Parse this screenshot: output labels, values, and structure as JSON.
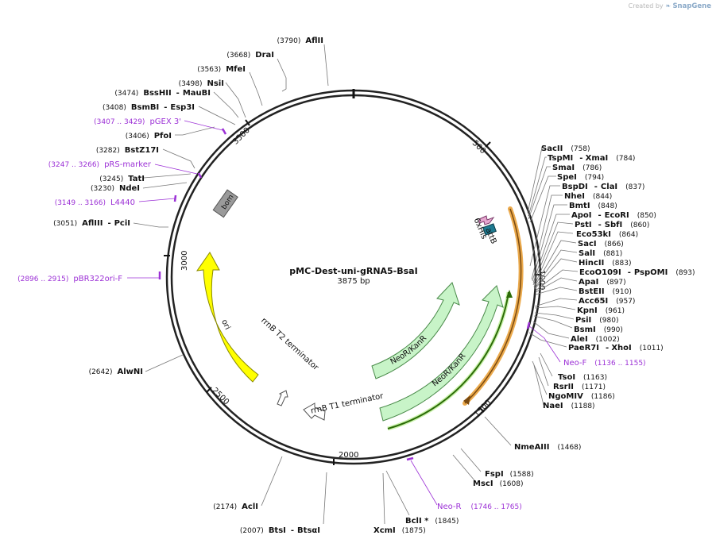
{
  "watermark": {
    "prefix": "Created by",
    "brand": "SnapGene"
  },
  "plasmid": {
    "name": "pMC-Dest-uni-gRNA5-BsaI",
    "size": "3875 bp"
  },
  "ticks": [
    "500",
    "1000",
    "1500",
    "2000",
    "2500",
    "3000",
    "3500"
  ],
  "sites": [
    {
      "name": "AflII",
      "pos": "(3790)"
    },
    {
      "name": "DraI",
      "pos": "(3668)"
    },
    {
      "name": "MfeI",
      "pos": "(3563)"
    },
    {
      "name": "NsiI",
      "pos": "(3498)"
    },
    {
      "name": "BssHII",
      "name2": "MauBI",
      "pos": "(3474)"
    },
    {
      "name": "BsmBI",
      "name2": "Esp3I",
      "pos": "(3408)"
    },
    {
      "name": "PfoI",
      "pos": "(3406)"
    },
    {
      "name": "BstZ17I",
      "pos": "(3282)"
    },
    {
      "name": "TatI",
      "pos": "(3245)"
    },
    {
      "name": "NdeI",
      "pos": "(3230)"
    },
    {
      "name": "AflIII",
      "name2": "PciI",
      "pos": "(3051)"
    },
    {
      "name": "AlwNI",
      "pos": "(2642)"
    },
    {
      "name": "AclI",
      "pos": "(2174)"
    },
    {
      "name": "BtsI",
      "name2": "BtsαI",
      "pos": "(2007)"
    },
    {
      "name": "XcmI",
      "pos": "(1875)"
    },
    {
      "name": "BclI *",
      "pos": "(1845)"
    },
    {
      "name": "MscI",
      "pos": "(1608)"
    },
    {
      "name": "FspI",
      "pos": "(1588)"
    },
    {
      "name": "NmeAIII",
      "pos": "(1468)"
    },
    {
      "name": "NaeI",
      "pos": "(1188)"
    },
    {
      "name": "NgoMIV",
      "pos": "(1186)"
    },
    {
      "name": "RsrII",
      "pos": "(1171)"
    },
    {
      "name": "TsoI",
      "pos": "(1163)"
    },
    {
      "name": "PaeR7I",
      "name2": "XhoI",
      "pos": "(1011)"
    },
    {
      "name": "AleI",
      "pos": "(1002)"
    },
    {
      "name": "BsmI",
      "pos": "(990)"
    },
    {
      "name": "PsiI",
      "pos": "(980)"
    },
    {
      "name": "KpnI",
      "pos": "(961)"
    },
    {
      "name": "Acc65I",
      "pos": "(957)"
    },
    {
      "name": "BstEII",
      "pos": "(910)"
    },
    {
      "name": "ApaI",
      "pos": "(897)"
    },
    {
      "name": "EcoO109I",
      "name2": "PspOMI",
      "pos": "(893)"
    },
    {
      "name": "HincII",
      "pos": "(883)"
    },
    {
      "name": "SalI",
      "pos": "(881)"
    },
    {
      "name": "SacI",
      "pos": "(866)"
    },
    {
      "name": "Eco53kI",
      "pos": "(864)"
    },
    {
      "name": "PstI",
      "name2": "SbfI",
      "pos": "(860)"
    },
    {
      "name": "ApoI",
      "name2": "EcoRI",
      "pos": "(850)"
    },
    {
      "name": "BmtI",
      "pos": "(848)"
    },
    {
      "name": "NheI",
      "pos": "(844)"
    },
    {
      "name": "BspDI",
      "name2": "ClaI",
      "pos": "(837)"
    },
    {
      "name": "SpeI",
      "pos": "(794)"
    },
    {
      "name": "SmaI",
      "pos": "(786)"
    },
    {
      "name": "TspMI",
      "name2": "XmaI",
      "pos": "(784)"
    },
    {
      "name": "SacII",
      "pos": "(758)"
    }
  ],
  "primers": [
    {
      "name": "pGEX 3'",
      "range": "(3407 .. 3429)"
    },
    {
      "name": "pRS-marker",
      "range": "(3247 .. 3266)"
    },
    {
      "name": "L4440",
      "range": "(3149 .. 3166)"
    },
    {
      "name": "pBR322ori-F",
      "range": "(2896 .. 2915)"
    },
    {
      "name": "Neo-F",
      "range": "(1136 .. 1155)"
    },
    {
      "name": "Neo-R",
      "range": "(1746 .. 1765)"
    }
  ],
  "features": {
    "bom": "bom",
    "ori": "ori",
    "rrnb_t2": "rrnB T2 terminator",
    "rrnb_t1": "rrnB T1 terminator",
    "neo1": "NeoR/KanR",
    "neo2": "NeoR/KanR",
    "his": "6xHis",
    "attb": "attB"
  }
}
